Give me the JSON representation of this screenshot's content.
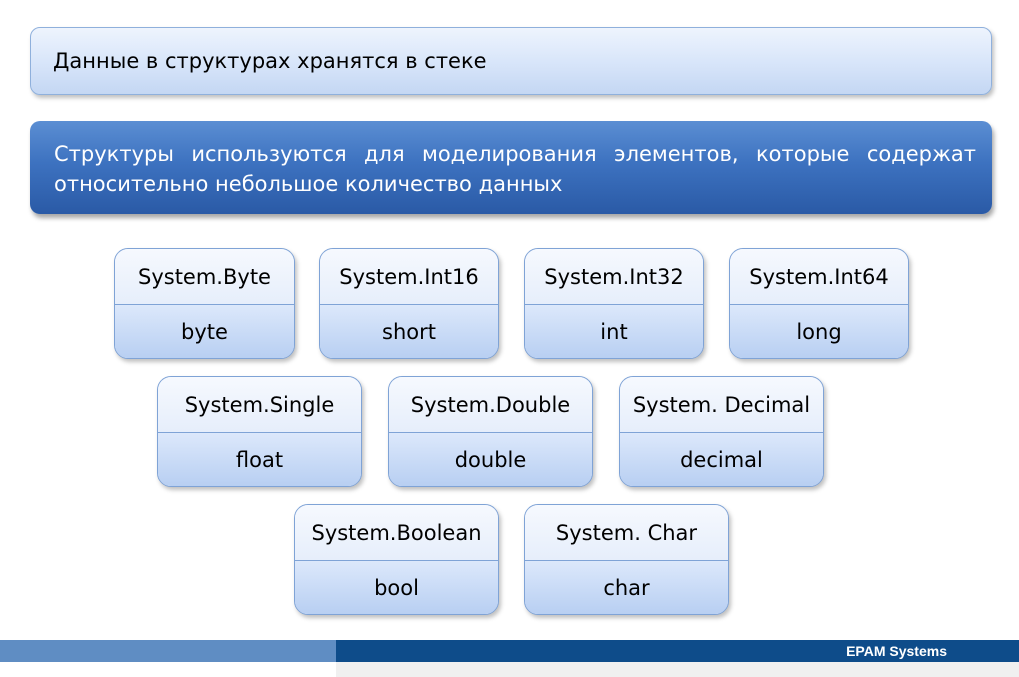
{
  "slide": {
    "header_text": "Данные в структурах хранятся в стеке",
    "description_text": "Структуры используются для моделирования элементов, которые содержат относительно небольшое количество данных"
  },
  "types": [
    {
      "system": "System.Byte",
      "alias": "byte"
    },
    {
      "system": "System.Int16",
      "alias": "short"
    },
    {
      "system": "System.Int32",
      "alias": "int"
    },
    {
      "system": "System.Int64",
      "alias": "long"
    },
    {
      "system": "System.Single",
      "alias": "float"
    },
    {
      "system": "System.Double",
      "alias": "double"
    },
    {
      "system": "System. Decimal",
      "alias": "decimal"
    },
    {
      "system": "System.Boolean",
      "alias": "bool"
    },
    {
      "system": "System. Char",
      "alias": "char"
    }
  ],
  "footer": {
    "company": "EPAM Systems"
  }
}
